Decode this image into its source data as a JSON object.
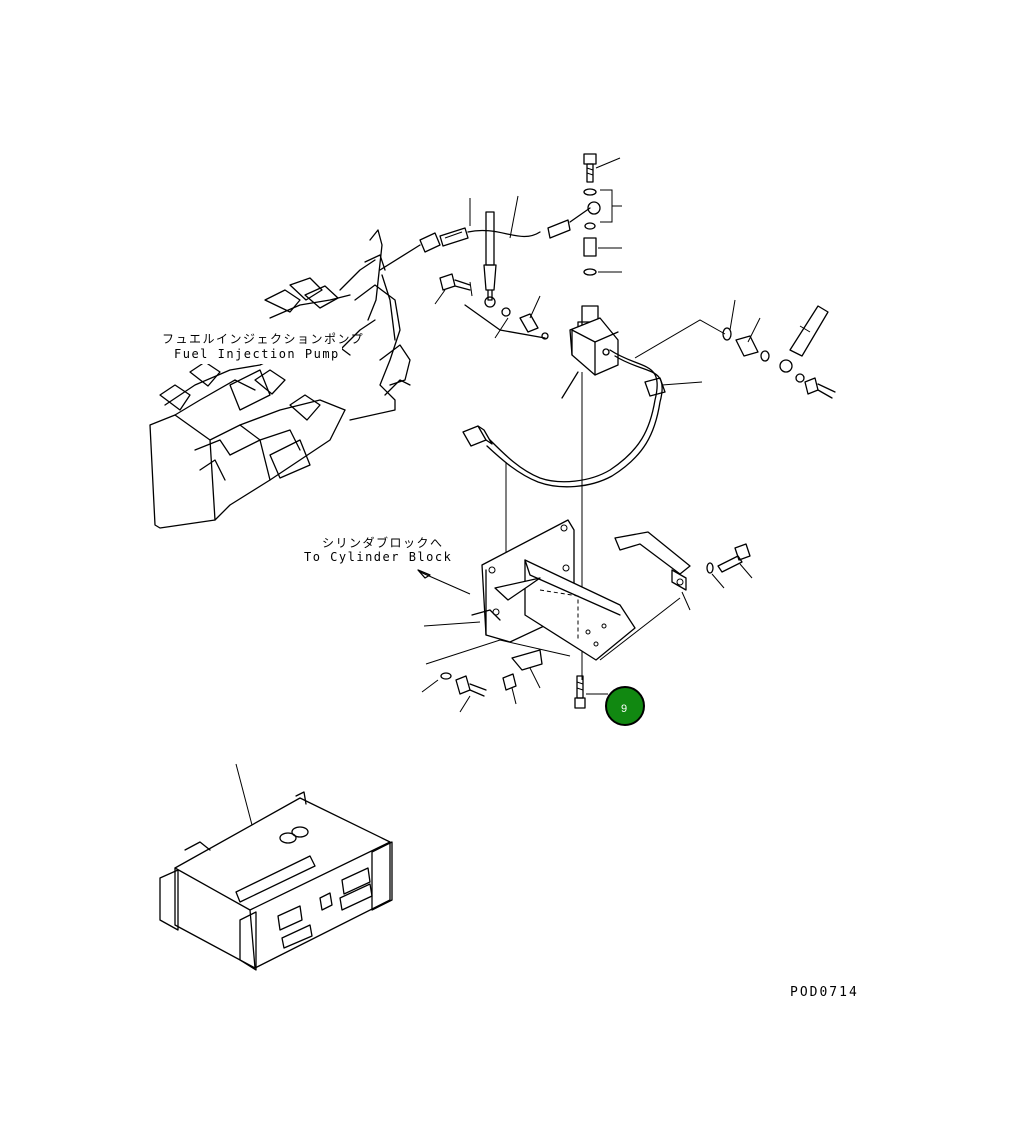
{
  "labels": {
    "fuel_pump_jp": "フュエルインジェクションポンプ",
    "fuel_pump_en": "Fuel Injection Pump",
    "cylinder_jp": "シリンダブロックへ",
    "cylinder_en": "To Cylinder Block"
  },
  "drawing_code": "POD0714",
  "callout": {
    "number": "9",
    "color": "#118811"
  }
}
